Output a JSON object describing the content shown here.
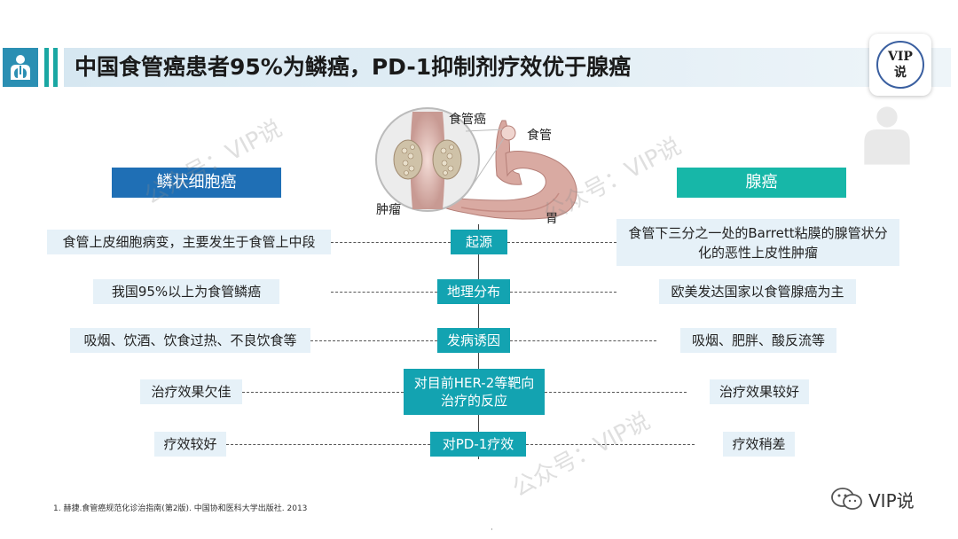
{
  "header": {
    "title": "中国食管癌患者95%为鳞癌，PD-1抑制剂疗效优于腺癌",
    "badge_line1": "VIP",
    "badge_line2": "说"
  },
  "columns": {
    "left_title": "鳞状细胞癌",
    "right_title": "腺癌"
  },
  "anatomy": {
    "label_cancer": "食管癌",
    "label_esophagus": "食管",
    "label_tumor": "肿瘤",
    "label_stomach": "胃"
  },
  "rows": [
    {
      "center": "起源",
      "left": "食管上皮细胞病变，主要发生于食管上中段",
      "right": "食管下三分之一处的Barrett粘膜的腺管状分化的恶性上皮性肿瘤"
    },
    {
      "center": "地理分布",
      "left": "我国95%以上为食管鳞癌",
      "right": "欧美发达国家以食管腺癌为主"
    },
    {
      "center": "发病诱因",
      "left": "吸烟、饮酒、饮食过热、不良饮食等",
      "right": "吸烟、肥胖、酸反流等"
    },
    {
      "center": "对目前HER-2等靶向治疗的反应",
      "left": "治疗效果欠佳",
      "right": "治疗效果较好"
    },
    {
      "center": "对PD-1疗效",
      "left": "疗效较好",
      "right": "疗效稍差"
    }
  ],
  "watermark": "公众号：VIP说",
  "footnote": "1. 赫捷.食管癌规范化诊治指南(第2版). 中国协和医科大学出版社. 2013",
  "brand": "VIP说",
  "colors": {
    "left_header": "#1f6fb5",
    "right_header": "#17b7a8",
    "center_box": "#13a3b1",
    "side_box": "#e6f1f8"
  }
}
